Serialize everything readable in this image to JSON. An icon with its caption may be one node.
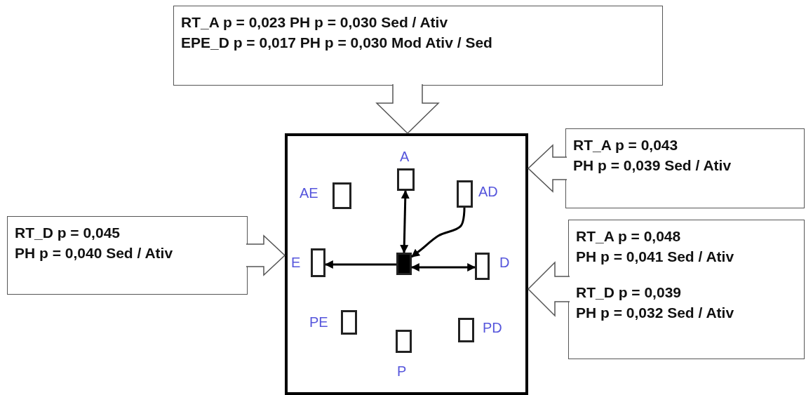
{
  "diagram": {
    "nodes": [
      {
        "text": [
          "RT_A p = 0,023 PH p = 0,030 Sed / Ativ",
          "EPE_D p = 0,017 PH p = 0,030 Mod Ativ / Sed"
        ]
      },
      {
        "text": [
          "RT_A p = 0,043",
          "PH p = 0,039 Sed / Ativ"
        ]
      },
      {
        "text": [
          "RT_A p = 0,048",
          "PH p = 0,041 Sed / Ativ",
          "RT_D p = 0,039",
          "PH p = 0,032 Sed / Ativ"
        ]
      },
      {
        "text": [
          "RT_D p = 0,045",
          "PH p = 0,040 Sed / Ativ"
        ]
      },
      {
        "text": [],
        "shape": "box"
      },
      {
        "text": [],
        "shape": "box",
        "beside": [
          "A"
        ],
        "in": 4
      },
      {
        "text": [],
        "shape": "box",
        "beside": [
          "AE"
        ],
        "in": 4
      },
      {
        "text": [],
        "shape": "box",
        "beside": [
          "AD"
        ],
        "in": 4
      },
      {
        "text": [],
        "shape": "box",
        "beside": [
          "E"
        ],
        "in": 4
      },
      {
        "text": [],
        "shape": "box",
        "in": 4
      },
      {
        "text": [],
        "shape": "box",
        "beside": [
          "D"
        ],
        "in": 4
      },
      {
        "text": [],
        "shape": "box",
        "beside": [
          "PE"
        ],
        "in": 4
      },
      {
        "text": [],
        "shape": "box",
        "beside": [
          "PD"
        ],
        "in": 4
      },
      {
        "text": [],
        "shape": "box",
        "beside": [
          "P"
        ],
        "in": 4
      }
    ],
    "edges": [
      {
        "from": 0,
        "to": 4,
        "arrow": "to",
        "style": "thick"
      },
      {
        "from": 1,
        "to": 4,
        "arrow": "to",
        "style": "thick"
      },
      {
        "from": 2,
        "to": 4,
        "arrow": "to",
        "style": "thick"
      },
      {
        "from": 3,
        "to": 4,
        "arrow": "to",
        "style": "thick"
      },
      {
        "from": 9,
        "to": 5,
        "arrow": "both"
      },
      {
        "from": 7,
        "to": 9,
        "arrow": "to"
      },
      {
        "from": 9,
        "to": 8,
        "arrow": "to"
      },
      {
        "from": 10,
        "to": 9,
        "arrow": "both"
      }
    ]
  }
}
